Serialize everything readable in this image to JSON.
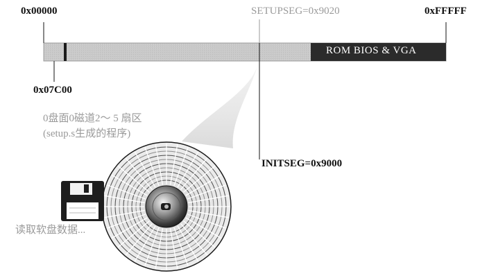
{
  "memory_map": {
    "start_address": "0x00000",
    "end_address": "0xFFFFF",
    "setupseg_label": "SETUPSEG=0x9020",
    "initseg_label": "INITSEG=0x9000",
    "bootsect_label": "0x07C00",
    "rom_region_label": "ROM BIOS & VGA"
  },
  "disk": {
    "sector_caption_line1": "0盘面0磁道2～ 5 扇区",
    "sector_caption_line2": "(setup.s生成的程序)",
    "read_caption": "读取软盘数据..."
  },
  "colors": {
    "memory_bar": "#c8c8c8",
    "rom_block": "#2b2b2b",
    "beam": "#e2e2e2",
    "lines": "#111111",
    "muted_text": "#9a9a9a"
  },
  "icons": {
    "disk": "floppy-disk-icon",
    "platter": "disk-platter-icon"
  }
}
